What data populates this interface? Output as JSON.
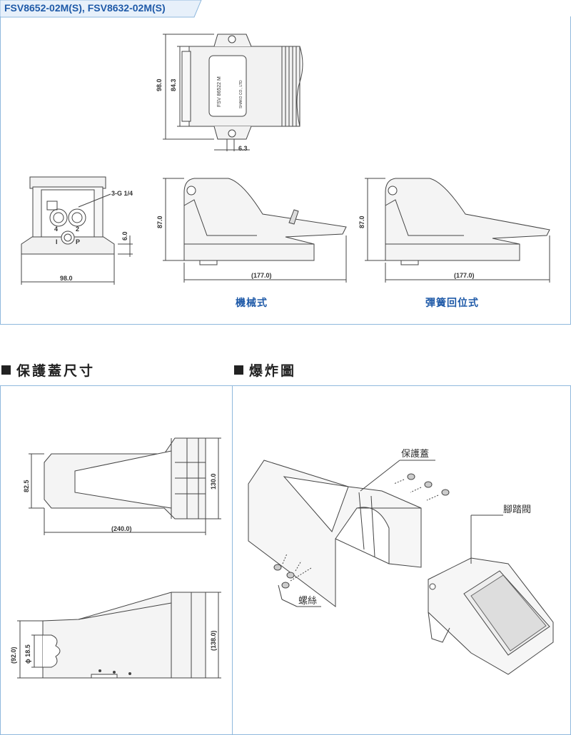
{
  "header": {
    "model_title": "FSV8652-02M(S), FSV8632-02M(S)"
  },
  "top_drawings": {
    "top_view": {
      "dim_height": "98.0",
      "dim_inner": "84.3",
      "dim_slot": "6.3",
      "label_model": "FSV 86522 M",
      "label_maker": "SHAKO CO., LTD"
    },
    "front_view": {
      "port_label": "3-G 1/4",
      "dim_width": "98.0",
      "dim_base": "6.0",
      "ports": [
        "4",
        "2",
        "P",
        "I"
      ]
    },
    "side_mechanical": {
      "dim_height": "87.0",
      "dim_length": "(177.0)",
      "caption": "機械式"
    },
    "side_spring": {
      "dim_height": "87.0",
      "dim_length": "(177.0)",
      "caption": "彈簧回位式"
    }
  },
  "sections": {
    "cover": {
      "title": "保護蓋尺寸",
      "top_view": {
        "dim_a": "82.5",
        "dim_b": "130.0",
        "dim_c": "(240.0)"
      },
      "side_view": {
        "dim_a": "(92.0)",
        "dim_b": "ϕ 18.5",
        "dim_c": "(138.0)"
      }
    },
    "exploded": {
      "title": "爆炸圖",
      "labels": {
        "cover": "保護蓋",
        "pedal": "腳踏閥",
        "screw": "螺絲"
      }
    }
  },
  "colors": {
    "accent": "#1f5aa8",
    "panel_border": "#8fb8dd",
    "line": "#333333"
  }
}
